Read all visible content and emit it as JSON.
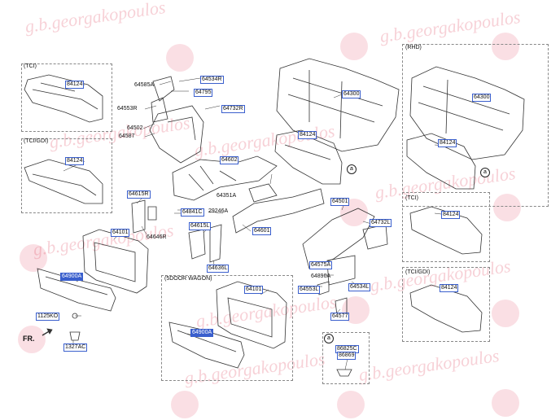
{
  "boxes": {
    "tci": "(TCI)",
    "tci_gdi": "(TCI/GDI)",
    "rhd": "(RHD)",
    "tci_right": "(TCI)",
    "tci_gdi_right": "(TCI/GDI)",
    "wagon": "(5DOOR WAGON)",
    "detail_a": "a"
  },
  "labels": {
    "l84124_a": "84124",
    "l84124_b": "84124",
    "l64585a": "64585A",
    "l64534r": "64534R",
    "l64795": "64795",
    "l64553r": "64553R",
    "l64732r": "64732R",
    "l64502": "64502",
    "l64587": "64587",
    "l64300": "64300",
    "l84124_c": "84124",
    "l64300_rhd": "64300",
    "l84124_rhd": "84124",
    "l64602": "64602",
    "l64615r": "64615R",
    "l64351a": "64351A",
    "l64841c": "64841C",
    "l29246a": "29246A",
    "l64501": "64501",
    "l64615l": "64615L",
    "l64101": "64101",
    "l64601": "64601",
    "l64646r": "64646R",
    "l64732l": "64732L",
    "l84124_d": "84124",
    "l64636l": "64636L",
    "l64575a": "64575A",
    "l64900a": "64900A",
    "l64890a": "64890A",
    "l64534l": "64534L",
    "l84124_e": "84124",
    "l64101_w": "64101",
    "l64553l": "64553L",
    "l1125ko": "1125KO",
    "l64577": "64577",
    "l64900a_w": "64900A",
    "l86825c": "86825C",
    "l86869": "86869",
    "l1327ac": "1327AC",
    "fr": "FR."
  },
  "circle_a": "a",
  "watermark": "g.b.georgakopoulos",
  "colors": {
    "label_border": "#3a5fcd",
    "watermark": "#e15a6e",
    "line": "#333333"
  }
}
